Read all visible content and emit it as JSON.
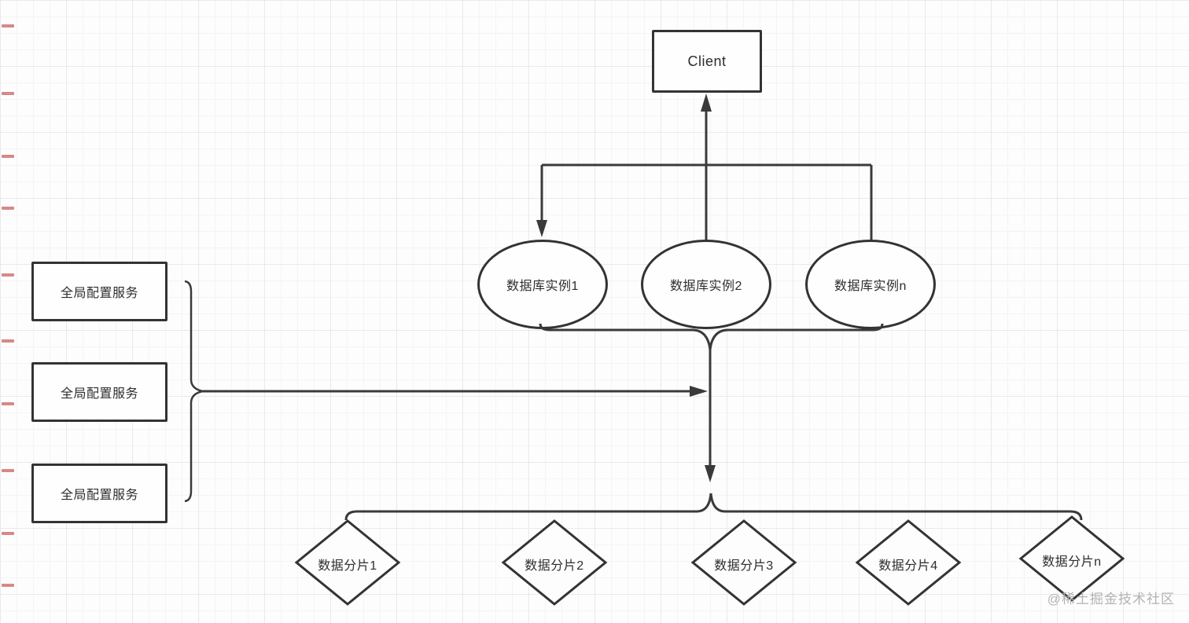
{
  "diagram": {
    "client": {
      "label": "Client"
    },
    "instances": [
      {
        "label": "数据库实例1"
      },
      {
        "label": "数据库实例2"
      },
      {
        "label": "数据库实例n"
      }
    ],
    "services": [
      {
        "label": "全局配置服务"
      },
      {
        "label": "全局配置服务"
      },
      {
        "label": "全局配置服务"
      }
    ],
    "shards": [
      {
        "label": "数据分片1"
      },
      {
        "label": "数据分片2"
      },
      {
        "label": "数据分片3"
      },
      {
        "label": "数据分片4"
      },
      {
        "label": "数据分片n"
      }
    ],
    "watermark": "@稀土掘金技术社区",
    "colors": {
      "stroke": "#3a3a3a",
      "shape_border": "#333333",
      "background": "#fdfdfd",
      "grid_minor": "#f4f4f4",
      "grid_major": "#e9e9e9",
      "watermark": "#b3b3b3",
      "margin_tick": "#c96060"
    }
  }
}
